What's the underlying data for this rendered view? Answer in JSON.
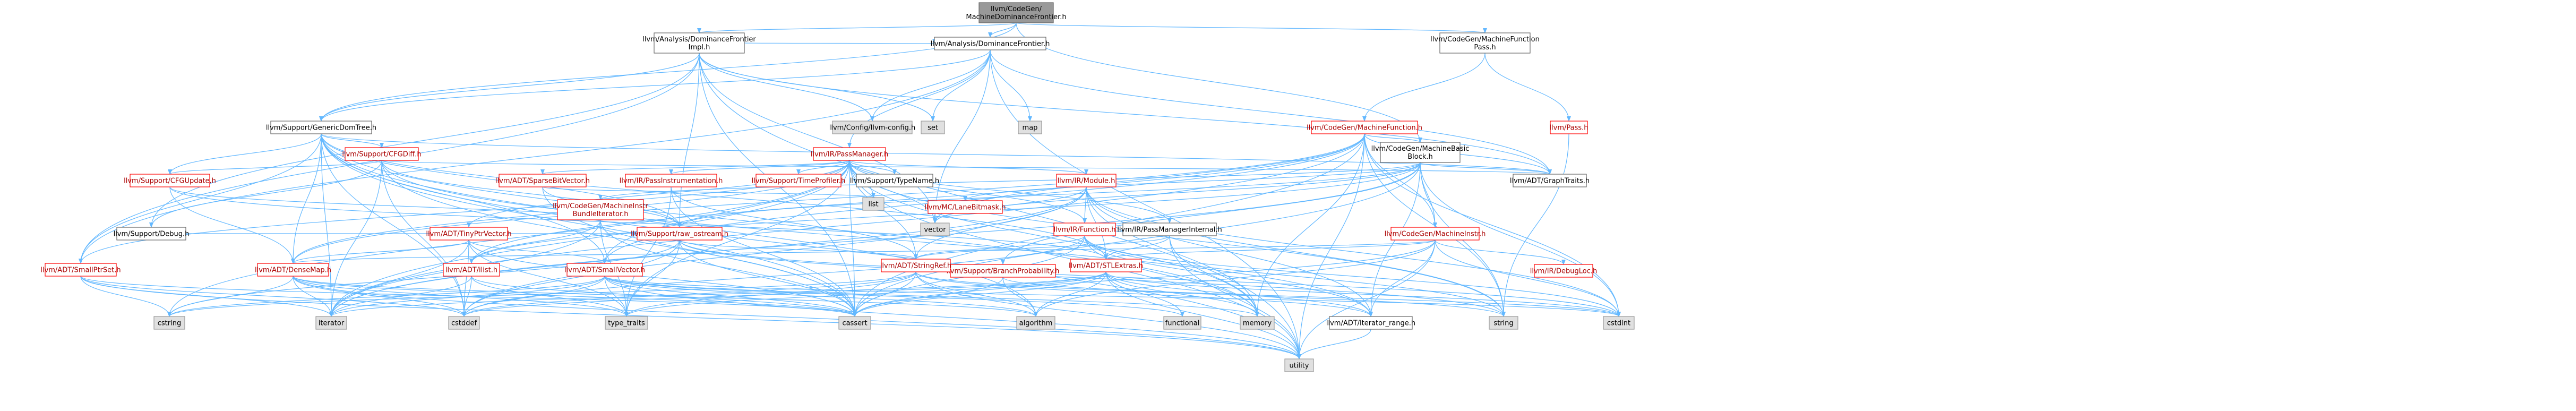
{
  "colors": {
    "edge": "#63b8ff",
    "root_fill": "#999999",
    "root_text": "#000000",
    "node_fill": "#ffffff",
    "node_border_gray": "#666666",
    "node_border_red": "#ff0000",
    "node_text_red": "#aa0000",
    "leaf_fill": "#e0e0e0",
    "leaf_border": "#999999",
    "text": "#000000"
  },
  "nodes": [
    {
      "id": "root",
      "lines": [
        "llvm/CodeGen/",
        "MachineDominanceFrontier.h"
      ],
      "style": "root"
    },
    {
      "id": "adfi",
      "lines": [
        "llvm/Analysis/DominanceFrontier",
        "Impl.h"
      ],
      "style": "gray"
    },
    {
      "id": "adf",
      "lines": [
        "llvm/Analysis/DominanceFrontier.h"
      ],
      "style": "gray"
    },
    {
      "id": "cgmfp",
      "lines": [
        "llvm/CodeGen/MachineFunction",
        "Pass.h"
      ],
      "style": "gray"
    },
    {
      "id": "gdt",
      "lines": [
        "llvm/Support/GenericDomTree.h"
      ],
      "style": "gray"
    },
    {
      "id": "cgmbb",
      "lines": [
        "llvm/CodeGen/MachineBasic",
        "Block.h"
      ],
      "style": "gray"
    },
    {
      "id": "cgmf",
      "lines": [
        "llvm/CodeGen/MachineFunction.h"
      ],
      "style": "red"
    },
    {
      "id": "pass",
      "lines": [
        "llvm/Pass.h"
      ],
      "style": "red"
    },
    {
      "id": "config",
      "lines": [
        "llvm/Config/llvm-config.h"
      ],
      "style": "leaf"
    },
    {
      "id": "set",
      "lines": [
        "set"
      ],
      "style": "leaf"
    },
    {
      "id": "map",
      "lines": [
        "map"
      ],
      "style": "leaf"
    },
    {
      "id": "cfgdiff",
      "lines": [
        "llvm/Support/CFGDiff.h"
      ],
      "style": "red"
    },
    {
      "id": "irpm",
      "lines": [
        "llvm/IR/PassManager.h"
      ],
      "style": "red"
    },
    {
      "id": "cfgupdate",
      "lines": [
        "llvm/Support/CFGUpdate.h"
      ],
      "style": "red"
    },
    {
      "id": "sbv",
      "lines": [
        "llvm/ADT/SparseBitVector.h"
      ],
      "style": "red"
    },
    {
      "id": "irpi",
      "lines": [
        "llvm/IR/PassInstrumentation.h"
      ],
      "style": "red"
    },
    {
      "id": "tpt",
      "lines": [
        "llvm/Support/TimeProfiler.h"
      ],
      "style": "red"
    },
    {
      "id": "typename",
      "lines": [
        "llvm/Support/TypeName.h"
      ],
      "style": "gray"
    },
    {
      "id": "mclane",
      "lines": [
        "llvm/MC/LaneBitmask.h"
      ],
      "style": "red"
    },
    {
      "id": "irmodule",
      "lines": [
        "llvm/IR/Module.h"
      ],
      "style": "red"
    },
    {
      "id": "graphtraits",
      "lines": [
        "llvm/ADT/GraphTraits.h"
      ],
      "style": "gray"
    },
    {
      "id": "cgmibi",
      "lines": [
        "llvm/CodeGen/MachineInstr",
        "BundleIterator.h"
      ],
      "style": "red"
    },
    {
      "id": "rawostream",
      "lines": [
        "llvm/Support/raw_ostream.h"
      ],
      "style": "red"
    },
    {
      "id": "list",
      "lines": [
        "list"
      ],
      "style": "leaf"
    },
    {
      "id": "vector",
      "lines": [
        "vector"
      ],
      "style": "leaf"
    },
    {
      "id": "pmi",
      "lines": [
        "llvm/IR/PassManagerInternal.h"
      ],
      "style": "gray"
    },
    {
      "id": "irfunction",
      "lines": [
        "llvm/IR/Function.h"
      ],
      "style": "red"
    },
    {
      "id": "cgmi",
      "lines": [
        "llvm/CodeGen/MachineInstr.h"
      ],
      "style": "red"
    },
    {
      "id": "debug",
      "lines": [
        "llvm/Support/Debug.h"
      ],
      "style": "gray"
    },
    {
      "id": "tpv",
      "lines": [
        "llvm/ADT/TinyPtrVector.h"
      ],
      "style": "red"
    },
    {
      "id": "ilist",
      "lines": [
        "llvm/ADT/ilist.h"
      ],
      "style": "red"
    },
    {
      "id": "smallvector",
      "lines": [
        "llvm/ADT/SmallVector.h"
      ],
      "style": "red"
    },
    {
      "id": "bp",
      "lines": [
        "llvm/Support/BranchProbability.h"
      ],
      "style": "red"
    },
    {
      "id": "stringref",
      "lines": [
        "llvm/ADT/StringRef.h"
      ],
      "style": "red"
    },
    {
      "id": "stlextras",
      "lines": [
        "llvm/ADT/STLExtras.h"
      ],
      "style": "red"
    },
    {
      "id": "irdebugloc",
      "lines": [
        "llvm/IR/DebugLoc.h"
      ],
      "style": "red"
    },
    {
      "id": "smallptrset",
      "lines": [
        "llvm/ADT/SmallPtrSet.h"
      ],
      "style": "red"
    },
    {
      "id": "densemap",
      "lines": [
        "llvm/ADT/DenseMap.h"
      ],
      "style": "red"
    },
    {
      "id": "iterrange",
      "lines": [
        "llvm/ADT/iterator_range.h"
      ],
      "style": "gray"
    },
    {
      "id": "cstring",
      "lines": [
        "cstring"
      ],
      "style": "leaf"
    },
    {
      "id": "iterator",
      "lines": [
        "iterator"
      ],
      "style": "leaf"
    },
    {
      "id": "cstddef",
      "lines": [
        "cstddef"
      ],
      "style": "leaf"
    },
    {
      "id": "typetraits",
      "lines": [
        "type_traits"
      ],
      "style": "leaf"
    },
    {
      "id": "cassert",
      "lines": [
        "cassert"
      ],
      "style": "leaf"
    },
    {
      "id": "algorithm",
      "lines": [
        "algorithm"
      ],
      "style": "leaf"
    },
    {
      "id": "functional",
      "lines": [
        "functional"
      ],
      "style": "leaf"
    },
    {
      "id": "memory",
      "lines": [
        "memory"
      ],
      "style": "leaf"
    },
    {
      "id": "string",
      "lines": [
        "string"
      ],
      "style": "leaf"
    },
    {
      "id": "cstdint",
      "lines": [
        "cstdint"
      ],
      "style": "leaf"
    },
    {
      "id": "utility",
      "lines": [
        "utility"
      ],
      "style": "leaf"
    }
  ],
  "edges": [
    [
      "root",
      "adfi"
    ],
    [
      "root",
      "adf"
    ],
    [
      "root",
      "cgmfp"
    ],
    [
      "root",
      "gdt"
    ],
    [
      "root",
      "cgmbb"
    ],
    [
      "adfi",
      "adf"
    ],
    [
      "adfi",
      "gdt"
    ],
    [
      "adfi",
      "config"
    ],
    [
      "adfi",
      "set"
    ],
    [
      "adfi",
      "smallptrset"
    ],
    [
      "adfi",
      "debug"
    ],
    [
      "adfi",
      "rawostream"
    ],
    [
      "adfi",
      "utility"
    ],
    [
      "adfi",
      "graphtraits"
    ],
    [
      "adfi",
      "cassert"
    ],
    [
      "adfi",
      "vector"
    ],
    [
      "adf",
      "config"
    ],
    [
      "adf",
      "gdt"
    ],
    [
      "adf",
      "map"
    ],
    [
      "adf",
      "set"
    ],
    [
      "adf",
      "utility"
    ],
    [
      "adf",
      "graphtraits"
    ],
    [
      "adf",
      "irpm"
    ],
    [
      "adf",
      "smallptrset"
    ],
    [
      "adf",
      "vector"
    ],
    [
      "cgmfp",
      "cgmf"
    ],
    [
      "cgmfp",
      "pass"
    ],
    [
      "gdt",
      "cfgdiff"
    ],
    [
      "gdt",
      "cfgupdate"
    ],
    [
      "gdt",
      "densemap"
    ],
    [
      "gdt",
      "graphtraits"
    ],
    [
      "gdt",
      "smallptrset"
    ],
    [
      "gdt",
      "smallvector"
    ],
    [
      "gdt",
      "stlextras"
    ],
    [
      "gdt",
      "rawostream"
    ],
    [
      "gdt",
      "algorithm"
    ],
    [
      "gdt",
      "cassert"
    ],
    [
      "gdt",
      "cstddef"
    ],
    [
      "gdt",
      "iterator"
    ],
    [
      "gdt",
      "memory"
    ],
    [
      "gdt",
      "type_traits_dummy"
    ],
    [
      "gdt",
      "utility"
    ],
    [
      "cgmbb",
      "graphtraits"
    ],
    [
      "cgmbb",
      "sparsebv_dummy"
    ],
    [
      "cgmbb",
      "ilist"
    ],
    [
      "cgmbb",
      "iterrange"
    ],
    [
      "cgmbb",
      "cgmi"
    ],
    [
      "cgmbb",
      "cgmibi"
    ],
    [
      "cgmbb",
      "mclane"
    ],
    [
      "cgmbb",
      "bp"
    ],
    [
      "cgmbb",
      "rawostream"
    ],
    [
      "cgmbb",
      "cassert"
    ],
    [
      "cgmbb",
      "cstdint"
    ],
    [
      "cgmbb",
      "iterator"
    ],
    [
      "cgmbb",
      "string"
    ],
    [
      "cgmbb",
      "vector"
    ],
    [
      "cgmf",
      "cgmbb"
    ],
    [
      "cgmf",
      "cgmi"
    ],
    [
      "cgmf",
      "graphtraits"
    ],
    [
      "cgmf",
      "densemap"
    ],
    [
      "cgmf",
      "smallvector"
    ],
    [
      "cgmf",
      "ilist"
    ],
    [
      "cgmf",
      "iterator"
    ],
    [
      "cgmf",
      "cassert"
    ],
    [
      "cgmf",
      "cstdint"
    ],
    [
      "cgmf",
      "memory"
    ],
    [
      "cgmf",
      "utility"
    ],
    [
      "cgmf",
      "vector"
    ],
    [
      "cgmf",
      "string"
    ],
    [
      "pass",
      "string"
    ],
    [
      "cfgdiff",
      "graphtraits"
    ],
    [
      "cfgdiff",
      "iterrange"
    ],
    [
      "cfgdiff",
      "cfgupdate"
    ],
    [
      "cfgdiff",
      "debug"
    ],
    [
      "cfgdiff",
      "rawostream"
    ],
    [
      "cfgdiff",
      "cassert"
    ],
    [
      "cfgdiff",
      "cstddef"
    ],
    [
      "cfgdiff",
      "iterator"
    ],
    [
      "irpm",
      "densemap"
    ],
    [
      "irpm",
      "sbv"
    ],
    [
      "irpm",
      "smallptrset"
    ],
    [
      "irpm",
      "smallvector"
    ],
    [
      "irpm",
      "stringref"
    ],
    [
      "irpm",
      "tpv"
    ],
    [
      "irpm",
      "irfunction"
    ],
    [
      "irpm",
      "irmodule"
    ],
    [
      "irpm",
      "irpi"
    ],
    [
      "irpm",
      "pmi"
    ],
    [
      "irpm",
      "tpt"
    ],
    [
      "irpm",
      "typename"
    ],
    [
      "irpm",
      "cassert"
    ],
    [
      "irpm",
      "cstring"
    ],
    [
      "irpm",
      "iterator"
    ],
    [
      "irpm",
      "list"
    ],
    [
      "irpm",
      "memory"
    ],
    [
      "irpm",
      "utility"
    ],
    [
      "irpm",
      "vector"
    ],
    [
      "irpm",
      "typetraits"
    ],
    [
      "irpm",
      "string"
    ],
    [
      "cfgupdate",
      "rawostream"
    ],
    [
      "cfgupdate",
      "densemap"
    ],
    [
      "cfgupdate",
      "stlextras"
    ],
    [
      "sbv",
      "rawostream"
    ],
    [
      "sbv",
      "cassert"
    ],
    [
      "sbv",
      "list"
    ],
    [
      "irpi",
      "cassert"
    ],
    [
      "irpi",
      "stringref"
    ],
    [
      "irpi",
      "typetraits"
    ],
    [
      "irmodule",
      "irfunction"
    ],
    [
      "irmodule",
      "stringref"
    ],
    [
      "irmodule",
      "stlextras"
    ],
    [
      "irmodule",
      "iterrange"
    ],
    [
      "irmodule",
      "cstddef"
    ],
    [
      "irmodule",
      "cstdint"
    ],
    [
      "irmodule",
      "iterator"
    ],
    [
      "irmodule",
      "memory"
    ],
    [
      "irmodule",
      "string"
    ],
    [
      "irmodule",
      "vector"
    ],
    [
      "cgmibi",
      "ilist"
    ],
    [
      "cgmibi",
      "cassert"
    ],
    [
      "cgmibi",
      "iterator"
    ],
    [
      "cgmibi",
      "typetraits"
    ],
    [
      "rawostream",
      "stringref"
    ],
    [
      "rawostream",
      "cassert"
    ],
    [
      "rawostream",
      "cstddef"
    ],
    [
      "rawostream",
      "cstdint"
    ],
    [
      "rawostream",
      "cstring"
    ],
    [
      "rawostream",
      "typetraits"
    ],
    [
      "rawostream",
      "string"
    ],
    [
      "pmi",
      "stringref"
    ],
    [
      "pmi",
      "stlextras"
    ],
    [
      "pmi",
      "memory"
    ],
    [
      "pmi",
      "utility"
    ],
    [
      "irfunction",
      "stringref"
    ],
    [
      "irfunction",
      "iterrange"
    ],
    [
      "irfunction",
      "cassert"
    ],
    [
      "irfunction",
      "cstddef"
    ],
    [
      "irfunction",
      "cstdint"
    ],
    [
      "irfunction",
      "memory"
    ],
    [
      "irfunction",
      "string"
    ],
    [
      "cgmi",
      "densemap"
    ],
    [
      "cgmi",
      "iterrange"
    ],
    [
      "cgmi",
      "irdebugloc"
    ],
    [
      "cgmi",
      "stlextras"
    ],
    [
      "cgmi",
      "algorithm"
    ],
    [
      "cgmi",
      "cassert"
    ],
    [
      "cgmi",
      "cstdint"
    ],
    [
      "cgmi",
      "utility"
    ],
    [
      "tpv",
      "densemap"
    ],
    [
      "tpv",
      "smallvector"
    ],
    [
      "tpv",
      "cassert"
    ],
    [
      "tpv",
      "cstddef"
    ],
    [
      "tpv",
      "iterator"
    ],
    [
      "tpv",
      "typetraits"
    ],
    [
      "ilist",
      "iterator"
    ],
    [
      "ilist",
      "cassert"
    ],
    [
      "ilist",
      "cstddef"
    ],
    [
      "ilist",
      "typetraits"
    ],
    [
      "smallvector",
      "algorithm"
    ],
    [
      "smallvector",
      "cassert"
    ],
    [
      "smallvector",
      "cstddef"
    ],
    [
      "smallvector",
      "cstdint"
    ],
    [
      "smallvector",
      "cstring"
    ],
    [
      "smallvector",
      "functional"
    ],
    [
      "smallvector",
      "iterator"
    ],
    [
      "smallvector",
      "memory"
    ],
    [
      "smallvector",
      "typetraits"
    ],
    [
      "smallvector",
      "utility"
    ],
    [
      "bp",
      "cassert"
    ],
    [
      "bp",
      "algorithm"
    ],
    [
      "bp",
      "cstdint"
    ],
    [
      "stringref",
      "iterrange"
    ],
    [
      "stringref",
      "algorithm"
    ],
    [
      "stringref",
      "cassert"
    ],
    [
      "stringref",
      "cstddef"
    ],
    [
      "stringref",
      "cstring"
    ],
    [
      "stringref",
      "string"
    ],
    [
      "stringref",
      "typetraits"
    ],
    [
      "stringref",
      "utility"
    ],
    [
      "stlextras",
      "iterrange"
    ],
    [
      "stlextras",
      "algorithm"
    ],
    [
      "stlextras",
      "cassert"
    ],
    [
      "stlextras",
      "cstddef"
    ],
    [
      "stlextras",
      "cstdint"
    ],
    [
      "stlextras",
      "functional"
    ],
    [
      "stlextras",
      "iterator"
    ],
    [
      "stlextras",
      "memory"
    ],
    [
      "stlextras",
      "typetraits"
    ],
    [
      "stlextras",
      "utility"
    ],
    [
      "smallptrset",
      "cassert"
    ],
    [
      "smallptrset",
      "cstddef"
    ],
    [
      "smallptrset",
      "cstring"
    ],
    [
      "smallptrset",
      "iterator"
    ],
    [
      "smallptrset",
      "utility"
    ],
    [
      "densemap",
      "algorithm"
    ],
    [
      "densemap",
      "cassert"
    ],
    [
      "densemap",
      "cstddef"
    ],
    [
      "densemap",
      "cstring"
    ],
    [
      "densemap",
      "iterator"
    ],
    [
      "densemap",
      "typetraits"
    ],
    [
      "densemap",
      "utility"
    ],
    [
      "iterrange",
      "utility"
    ],
    [
      "debug",
      "rawostream"
    ]
  ]
}
